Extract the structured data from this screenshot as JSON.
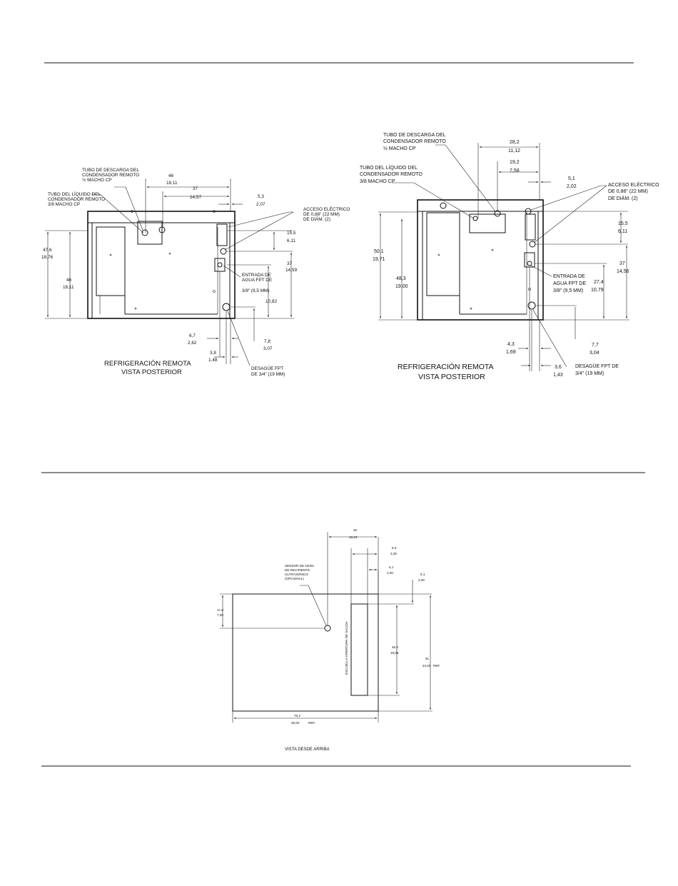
{
  "left_view": {
    "caption_line1": "REFRIGERACIÓN REMOTA",
    "caption_line2": "VISTA POSTERIOR",
    "labels": {
      "discharge_1": "TUBO DE DESCARGA DEL",
      "discharge_2": "CONDENSADOR REMOTO",
      "discharge_3": "½ MACHO CP",
      "liquid_1": "TUBO DEL LÍQUIDO DEL",
      "liquid_2": "CONDENSADOR REMOTO",
      "liquid_3": "3/8 MACHO CP",
      "electric_1": "ACCESO ELÉCTRICO",
      "electric_2": "DE 0,88\" (22 MM)",
      "electric_3": "DE DIÁM. (2)",
      "water_1": "ENTRADA DE",
      "water_2": "AGUA FPT DE",
      "water_3": "3/8\" (9,5 MM)",
      "drain_1": "DESAGÜE FPT",
      "drain_2": "DE 3/4\" (19 MM)"
    },
    "dims": {
      "d46a": "46",
      "d46b": "18,11",
      "d37a": "37",
      "d37b": "14,57",
      "d53a": "5,3",
      "d53b": "2,07",
      "d155a": "15,5",
      "d155b": "6,11",
      "d37ra": "37",
      "d37rb": "14,59",
      "d1082": "10,82",
      "d476a": "47,6",
      "d476b": "18,76",
      "d46la": "46",
      "d46lb": "18,11",
      "d67a": "6,7",
      "d67b": "2,62",
      "d78a": "7,8",
      "d78b": "3,07",
      "d38a": "3,8",
      "d38b": "1,48"
    }
  },
  "right_view": {
    "caption_line1": "REFRIGERACIÓN REMOTA",
    "caption_line2": "VISTA POSTERIOR",
    "labels": {
      "discharge_1": "TUBO DE DESCARGA DEL",
      "discharge_2": "CONDENSADOR REMOTO",
      "discharge_3": "½ MACHO CP",
      "liquid_1": "TUBO DEL LÍQUIDO DEL",
      "liquid_2": "CONDENSADOR REMOTO",
      "liquid_3": "3/8 MACHO CP",
      "electric_1": "ACCESO ELÉCTRICO",
      "electric_2": "DE 0,88\" (22 MM)",
      "electric_3": "DE DIÁM. (2)",
      "water_1": "ENTRADA DE",
      "water_2": "AGUA FPT DE",
      "water_3": "3/8\" (9,5 MM)",
      "drain_1": "DESAGÜE FPT DE",
      "drain_2": "3/4\" (19 MM)"
    },
    "dims": {
      "d282a": "28,2",
      "d282b": "11,12",
      "d192a": "19,2",
      "d192b": "7,58",
      "d51a": "5,1",
      "d51b": "2,02",
      "d155a": "15,5",
      "d155b": "6,11",
      "d37a": "37",
      "d37b": "14,56",
      "d274a": "27,4",
      "d274b": "10,79",
      "d501a": "50,1",
      "d501b": "19,71",
      "d483a": "48,3",
      "d483b": "19,00",
      "d43a": "4,3",
      "d43b": "1,69",
      "d77a": "7,7",
      "d77b": "3,04",
      "d36a": "3,6",
      "d36b": "1,43"
    }
  },
  "top_view": {
    "caption": "VISTA DESDE ARRIBA",
    "labels": {
      "sensor_1": "SENSOR DE NIVEL",
      "sensor_2": "DE RECIPIENTE",
      "sensor_3": "ULTRASÓNICO",
      "sensor_4": "(OPCIONAL)",
      "outlet": "ESCUELLA APERTURA DE SALIDA"
    },
    "dims": {
      "d26a": "26",
      "d26b": "10,23",
      "d83a": "8,3",
      "d83b": "3,25",
      "d51a": "5,1",
      "d51b": "2,00",
      "d51ra": "5,1",
      "d51rb": "2,00",
      "d178a": "17,8",
      "d178b": "7,00",
      "d484a": "48,4",
      "d484b": "19,05",
      "d61a": "61",
      "d61b": "24,00",
      "d61ref": "REF.",
      "d762a": "76,2",
      "d762b": "30,00",
      "d762ref": "REF."
    }
  }
}
